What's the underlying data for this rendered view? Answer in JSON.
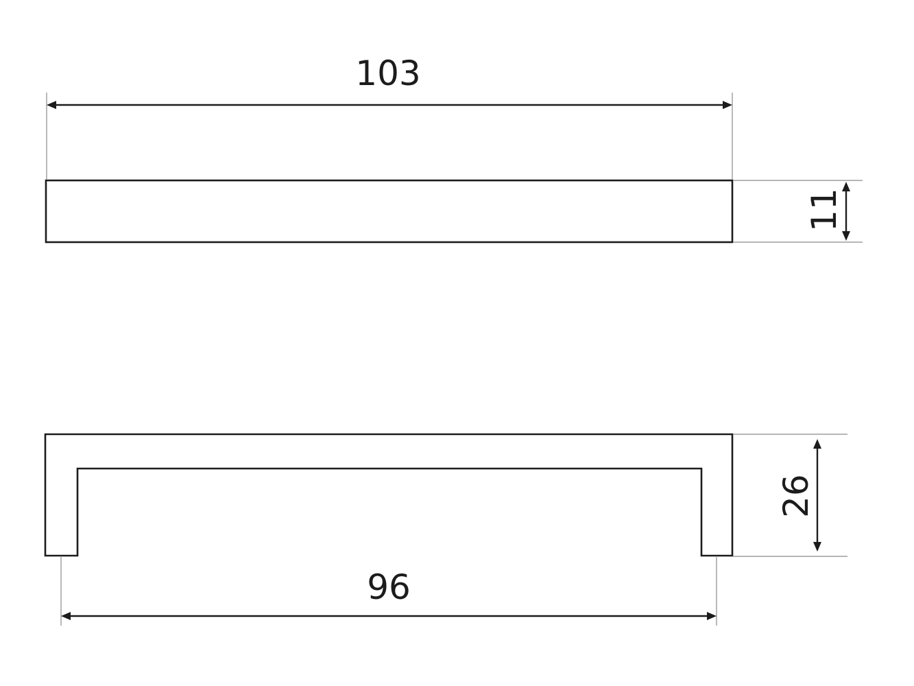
{
  "dimensions": {
    "overall_length": "103",
    "top_view_height": "11",
    "side_view_height": "26",
    "hole_spacing": "96"
  },
  "colors": {
    "outline": "#1c1c1c",
    "extension_line": "#8a8a8a",
    "background": "#ffffff"
  }
}
